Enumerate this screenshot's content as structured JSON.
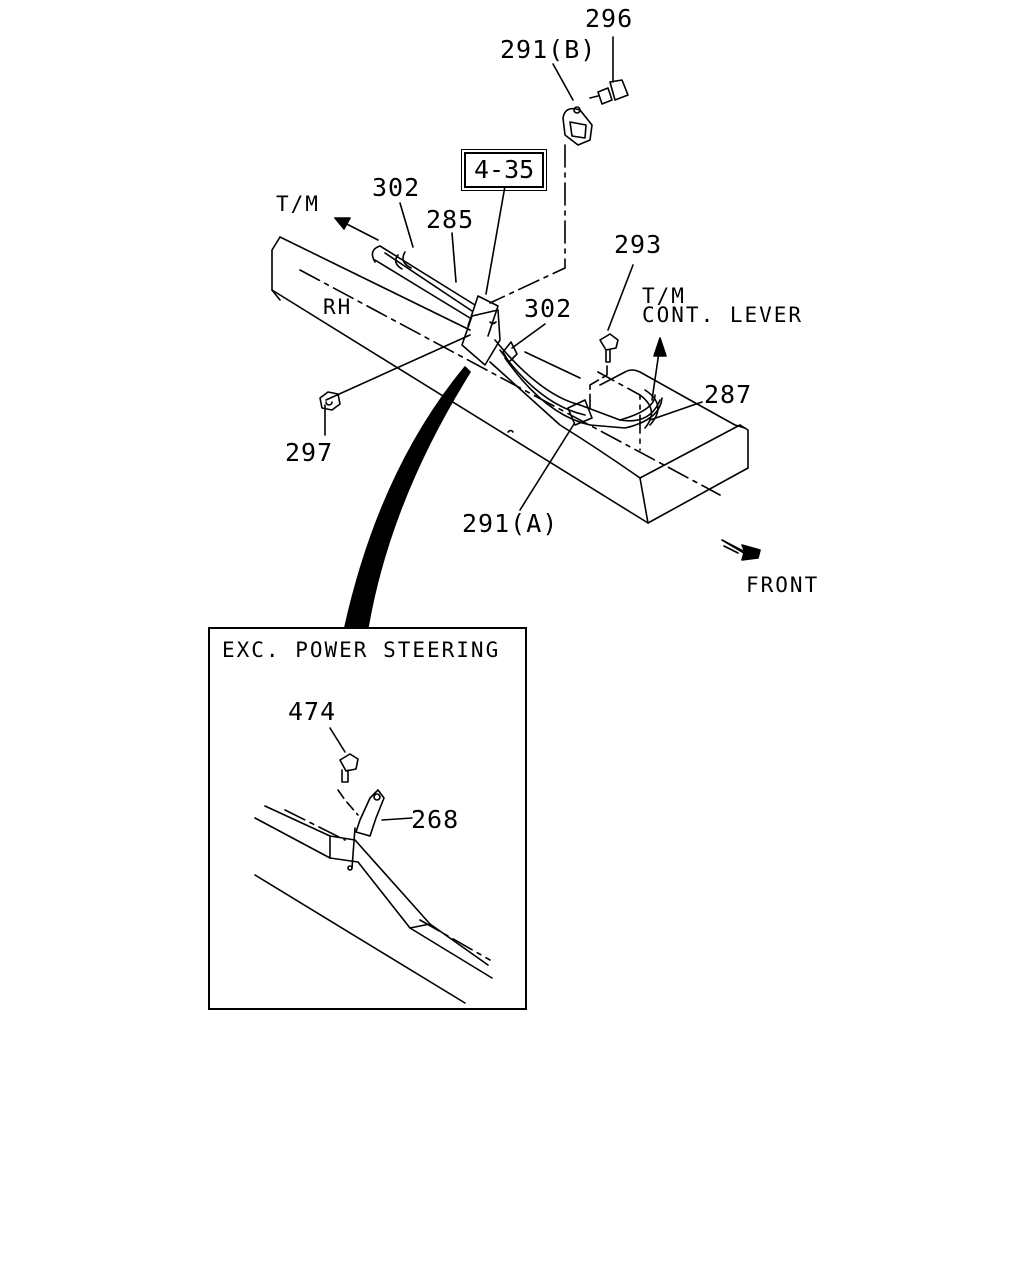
{
  "diagram": {
    "reference_box": "4-35",
    "direction_labels": {
      "tm_left": "T/M",
      "tm_lever_line1": "T/M",
      "tm_lever_line2": "CONT. LEVER",
      "side": "RH",
      "front": "FRONT"
    },
    "part_labels": {
      "p296": "296",
      "p291b": "291(B)",
      "p302_top": "302",
      "p285": "285",
      "p293": "293",
      "p302_mid": "302",
      "p287": "287",
      "p297": "297",
      "p291a": "291(A)"
    },
    "inset": {
      "title": "EXC. POWER STEERING",
      "p474": "474",
      "p268": "268"
    }
  }
}
